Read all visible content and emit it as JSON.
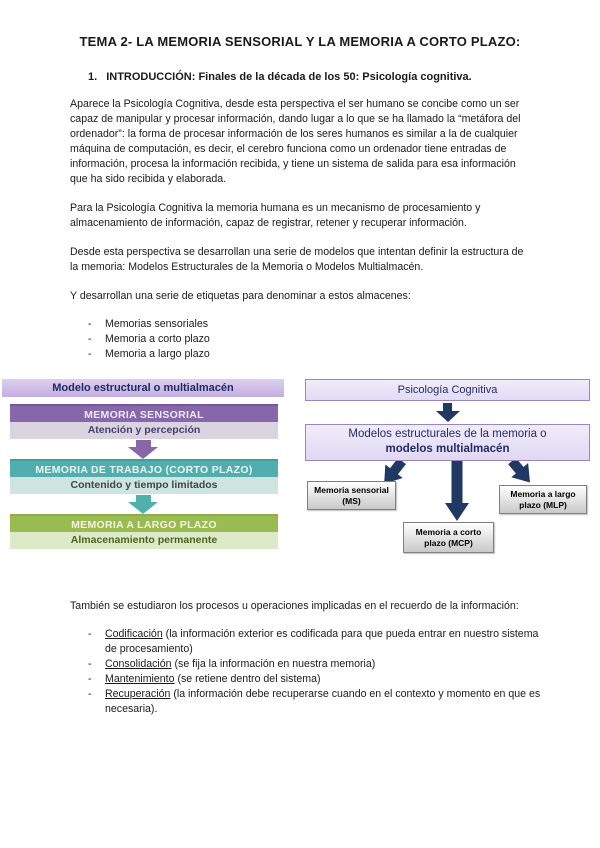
{
  "document": {
    "title": "TEMA 2- LA MEMORIA SENSORIAL Y LA MEMORIA A CORTO PLAZO:",
    "bullet_marker": "-",
    "section": {
      "number": "1.",
      "title": "INTRODUCCIÓN: Finales de la década de los 50: Psicología cognitiva."
    },
    "paragraphs": [
      "Aparece la Psicología Cognitiva, desde esta perspectiva el ser humano se concibe como un ser capaz de manipular y procesar información, dando lugar a lo que se ha llamado la “metáfora del ordenador”: la forma de procesar información de los seres humanos es similar a la de cualquier máquina de computación, es decir, el cerebro funciona como un ordenador tiene entradas de información, procesa la información recibida, y tiene un sistema de salida para esa información que ha sido recibida y elaborada.",
      "Para la Psicología Cognitiva la memoria humana es un mecanismo de procesamiento y almacenamiento de información, capaz de registrar, retener y recuperar información.",
      "Desde esta perspectiva se desarrollan una serie de modelos que intentan definir la estructura de la memoria: Modelos Estructurales de la Memoria o Modelos Multialmacén.",
      "Y desarrollan una serie de etiquetas para denominar a estos almacenes:"
    ],
    "memory_types": [
      "Memorias sensoriales",
      "Memoria a corto plazo",
      "Memoria a largo plazo"
    ],
    "processes": {
      "intro": "También se estudiaron los procesos u operaciones implicadas en el recuerdo de la información:",
      "items": [
        {
          "term": "Codificación",
          "rest": " (la información exterior es codificada para que pueda entrar en nuestro sistema de procesamiento)"
        },
        {
          "term": "Consolidación",
          "rest": " (se fija la información en nuestra memoria)"
        },
        {
          "term": "Mantenimiento",
          "rest": " (se retiene dentro del sistema)"
        },
        {
          "term": "Recuperación",
          "rest": " (la información debe recuperarse cuando en el contexto y momento en que es necesaria)."
        }
      ]
    }
  },
  "left_diagram": {
    "title": "Modelo estructural  o multialmacén",
    "stages": [
      {
        "header": "MEMORIA SENSORIAL",
        "subtitle": "Atención y percepción",
        "color": "#8667aa",
        "subtitle_bg": "#dad4e1"
      },
      {
        "header": "MEMORIA DE TRABAJO (CORTO PLAZO)",
        "subtitle": "Contenido y tiempo limitados",
        "color": "#52aeae",
        "subtitle_bg": "#cee4e0"
      },
      {
        "header": "MEMORIA A LARGO PLAZO",
        "subtitle": "Almacenamiento permanente",
        "color": "#9aba52",
        "subtitle_bg": "#dde9c8"
      }
    ],
    "title_bar_bg": "#ccb9e6",
    "title_text_color": "#1f2a64"
  },
  "right_diagram": {
    "top_box": "Psicología Cognitiva",
    "main_box_line1": "Modelos estructurales de la memoria o",
    "main_box_line2": "modelos multialmacén",
    "leaves": [
      "Memoria sensorial (MS)",
      "Memoria a corto plazo (MCP)",
      "Memoria a largo plazo (MLP)"
    ],
    "box_bg": "#e8e1f6",
    "box_border": "#9b84c2",
    "text_color": "#252a66",
    "arrow_color": "#1f3864",
    "leaf_bg": "#d9d9d9",
    "leaf_border": "#7f7f7f"
  }
}
